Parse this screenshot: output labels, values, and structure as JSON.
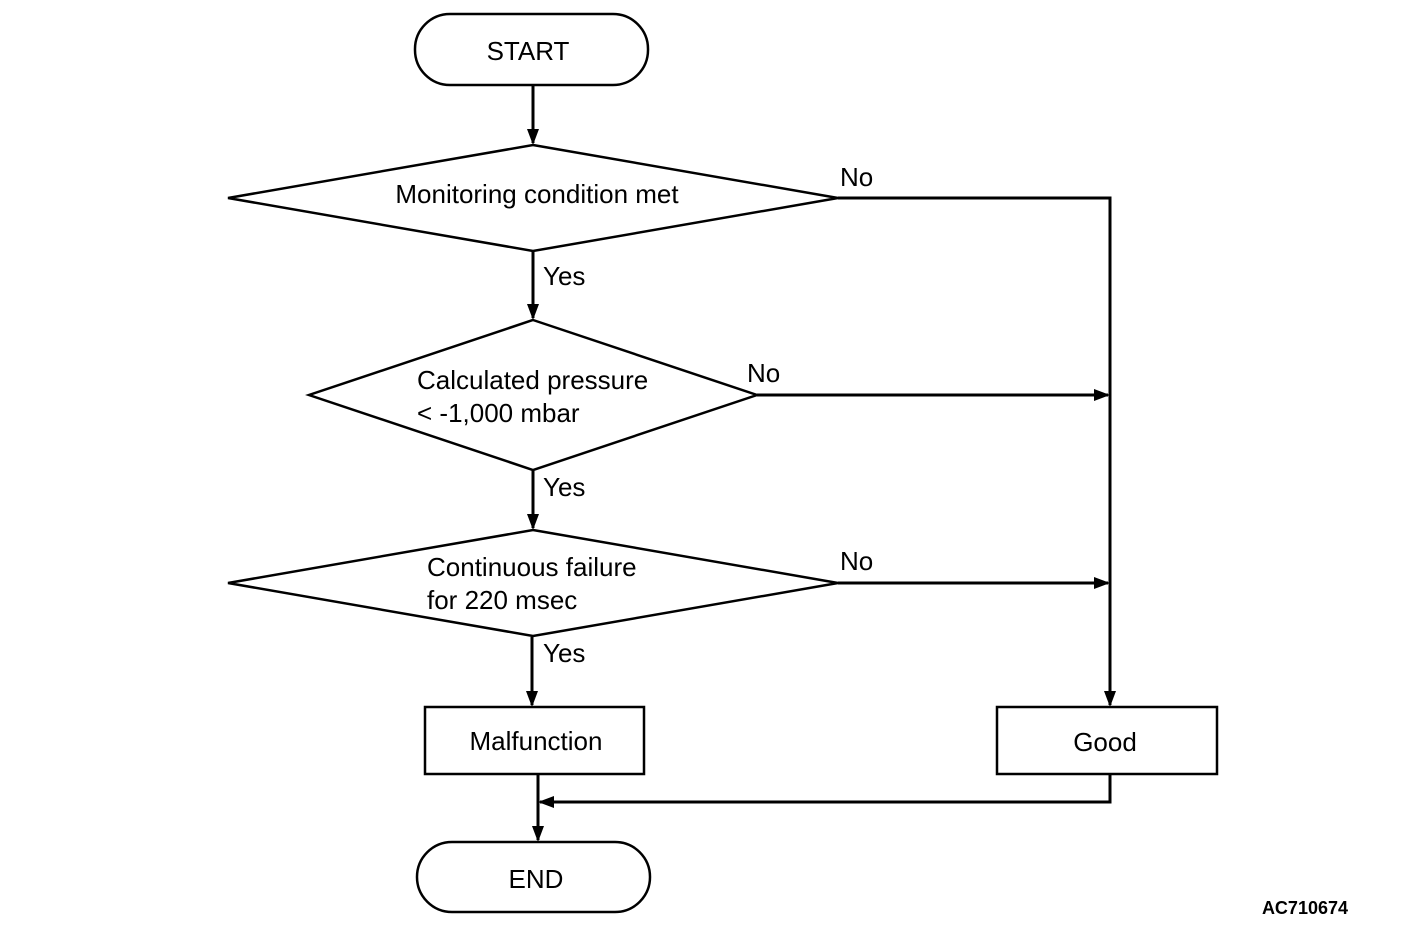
{
  "flowchart": {
    "start": "START",
    "decisions": [
      {
        "lines": [
          "Monitoring condition met"
        ],
        "yes": "Yes",
        "no": "No"
      },
      {
        "lines": [
          "Calculated pressure",
          "< -1,000 mbar"
        ],
        "yes": "Yes",
        "no": "No"
      },
      {
        "lines": [
          "Continuous failure",
          "for 220 msec"
        ],
        "yes": "Yes",
        "no": "No"
      }
    ],
    "malfunction": "Malfunction",
    "good": "Good",
    "end": "END"
  },
  "figure_code": "AC710674"
}
